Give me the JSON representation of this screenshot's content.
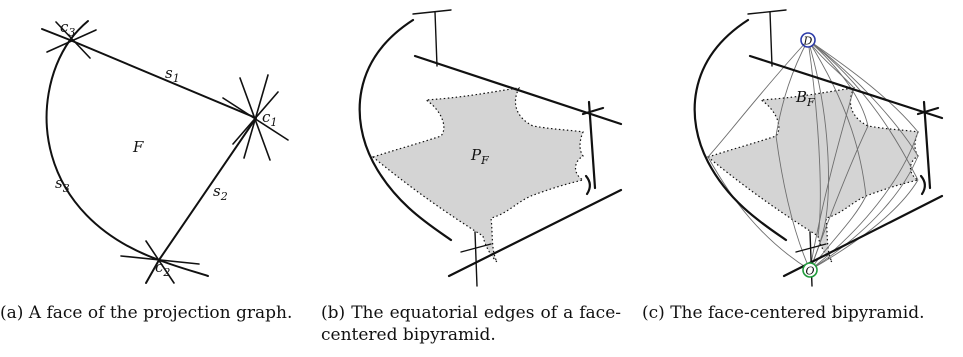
{
  "panels": {
    "a": {
      "caption": "(a) A face of the projection graph.",
      "labels": {
        "face": "F",
        "c1_base": "c",
        "c1_sub": "1",
        "c2_base": "c",
        "c2_sub": "2",
        "c3_base": "c",
        "c3_sub": "3",
        "s1_base": "s",
        "s1_sub": "1",
        "s2_base": "s",
        "s2_sub": "2",
        "s3_base": "s",
        "s3_sub": "3"
      }
    },
    "b": {
      "caption": "(b) The equatorial edges of a face-centered bipyramid.",
      "labels": {
        "polygon_base": "P",
        "polygon_sub": "F"
      }
    },
    "c": {
      "caption": "(c) The face-centered bipyramid.",
      "labels": {
        "bipyramid_base": "B",
        "bipyramid_sub": "F",
        "top_apex": "D",
        "bottom_apex": "O"
      }
    }
  },
  "colors": {
    "line": "#111111",
    "fill": "#d4d4d4",
    "apex_top": "#2b3aa8",
    "apex_bottom": "#1f9a3a",
    "thin": "#6e6e6e"
  }
}
